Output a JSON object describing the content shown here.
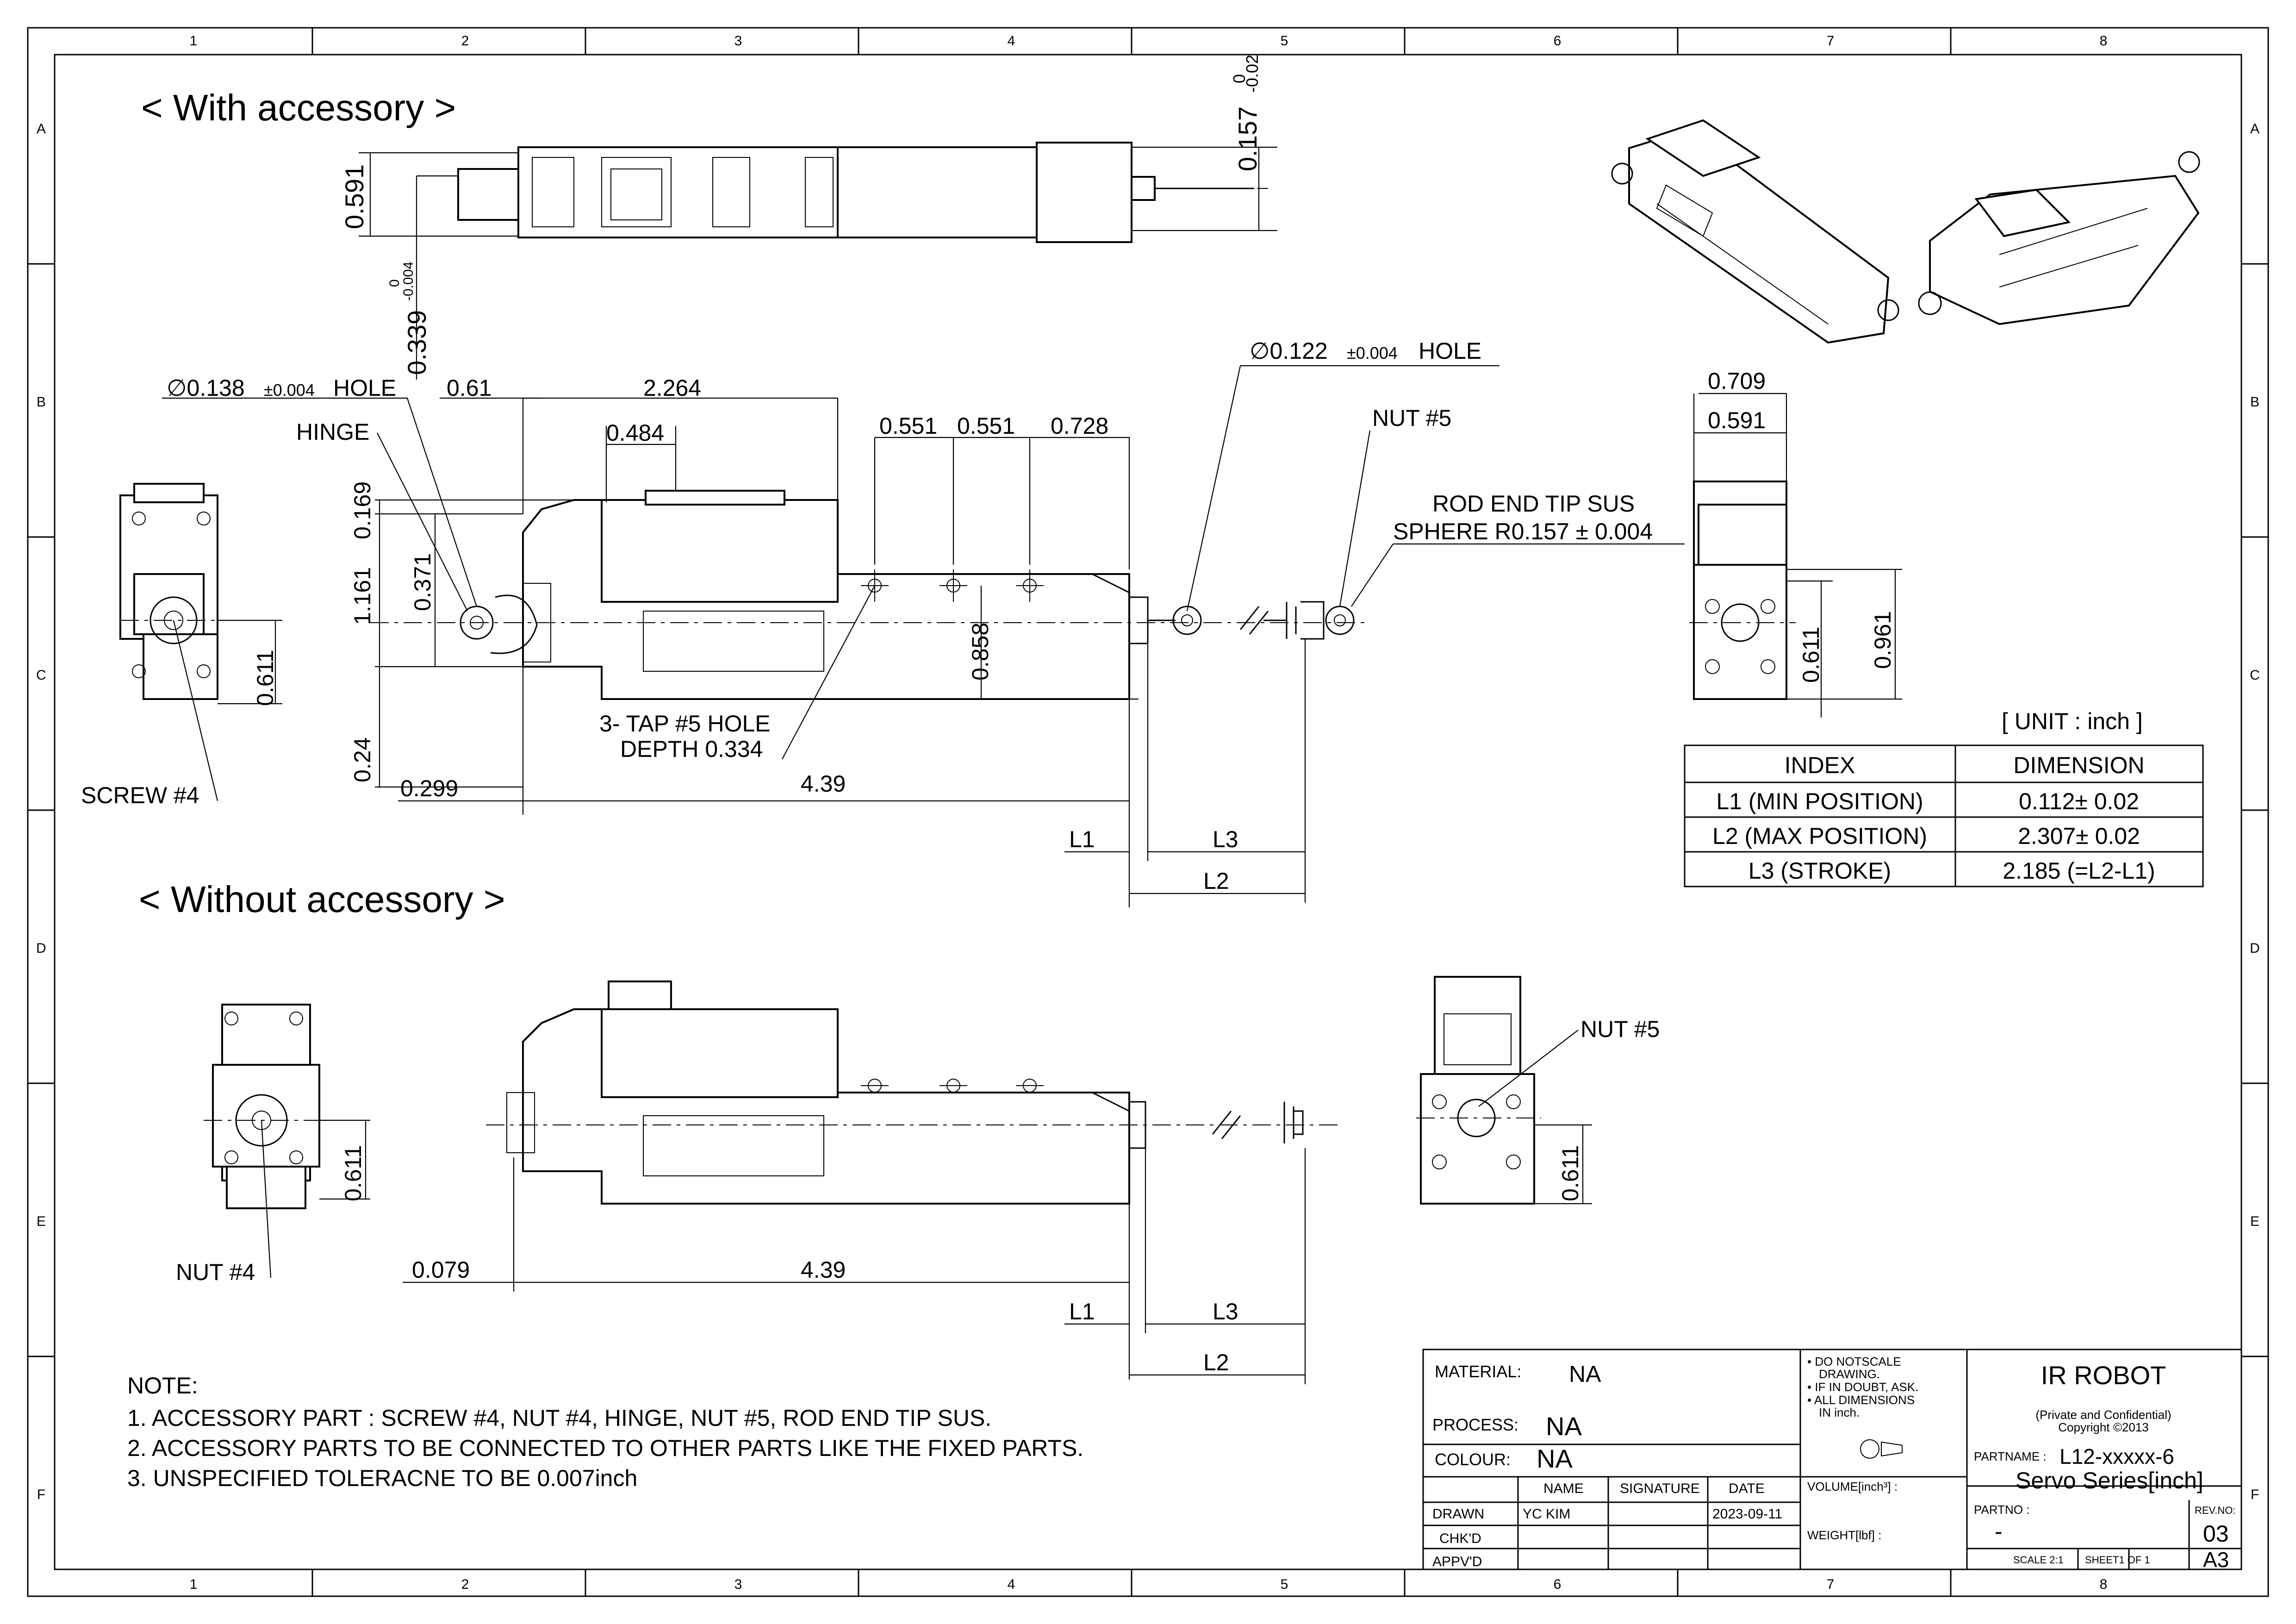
{
  "border": {
    "columns": [
      "1",
      "2",
      "3",
      "4",
      "5",
      "6",
      "7",
      "8"
    ],
    "rows": [
      "A",
      "B",
      "C",
      "D",
      "E",
      "F"
    ]
  },
  "views": {
    "with_accessory_title": "< With accessory >",
    "without_accessory_title": "< Without accessory >"
  },
  "dims_with": {
    "d0157": "0.157",
    "d0157_tol_upper": "0",
    "d0157_tol_lower": "-0.02",
    "d0591_top": "0.591",
    "d0339": "0.339",
    "d0339_tol_upper": "0",
    "d0339_tol_lower": "-0.004",
    "hole138": "∅0.138",
    "hole138_tol": "±0.004",
    "hole138_word": "HOLE",
    "d061": "0.61",
    "d2264": "2.264",
    "d0484": "0.484",
    "d0551a": "0.551",
    "d0551b": "0.551",
    "d0728": "0.728",
    "hole122": "∅0.122",
    "hole122_tol": "±0.004",
    "hole122_word": "HOLE",
    "nut5": "NUT #5",
    "rod_end_1": "ROD END TIP SUS",
    "rod_end_2": "SPHERE R0.157 ± 0.004",
    "hinge": "HINGE",
    "d0169": "0.169",
    "d1161": "1.161",
    "d0371": "0.371",
    "d0858": "0.858",
    "d024": "0.24",
    "d0611_left": "0.611",
    "screw4": "SCREW #4",
    "tap_1": "3- TAP #5 HOLE",
    "tap_2": "DEPTH 0.334",
    "d0299": "0.299",
    "d439": "4.39",
    "L1": "L1",
    "L2": "L2",
    "L3": "L3",
    "d0709": "0.709",
    "d0591_side": "0.591",
    "d0611_side": "0.611",
    "d0961": "0.961"
  },
  "dims_without": {
    "d0611_left": "0.611",
    "nut4": "NUT #4",
    "d0079": "0.079",
    "d439": "4.39",
    "L1": "L1",
    "L2": "L2",
    "L3": "L3",
    "nut5": "NUT #5",
    "d0611_side": "0.611"
  },
  "unit_label": "[ UNIT : inch ]",
  "dimension_table": {
    "headers": [
      "INDEX",
      "DIMENSION"
    ],
    "rows": [
      [
        "L1 (MIN POSITION)",
        "0.112± 0.02"
      ],
      [
        "L2 (MAX POSITION)",
        "2.307± 0.02"
      ],
      [
        "L3 (STROKE)",
        "2.185 (=L2-L1)"
      ]
    ]
  },
  "notes": {
    "title": "NOTE:",
    "lines": [
      "1. ACCESSORY PART :  SCREW #4, NUT #4, HINGE, NUT #5, ROD END TIP SUS.",
      "2. ACCESSORY PARTS TO BE CONNECTED TO OTHER PARTS LIKE THE  FIXED PARTS.",
      "3. UNSPECIFIED TOLERACNE TO BE 0.007inch"
    ]
  },
  "title_block": {
    "material_label": "MATERIAL:",
    "material_value": "NA",
    "process_label": "PROCESS:",
    "process_value": "NA",
    "colour_label": "COLOUR:",
    "colour_value": "NA",
    "name_hdr": "NAME",
    "signature_hdr": "SIGNATURE",
    "date_hdr": "DATE",
    "drawn_label": "DRAWN",
    "drawn_name": "YC KIM",
    "drawn_date": "2023-09-11",
    "chkd_label": "CHK'D",
    "apprd_label": "APPV'D",
    "bullet_1": "• DO NOTSCALE",
    "bullet_1b": "DRAWING.",
    "bullet_2": "• IF IN DOUBT, ASK.",
    "bullet_3": "• ALL DIMENSIONS",
    "bullet_3b": "IN inch.",
    "volume_label": "VOLUME[inch³] :",
    "weight_label": "WEIGHT[lbf] :",
    "company": "IR ROBOT",
    "confidential": "(Private and Confidential)",
    "copyright": "Copyright ©2013",
    "partname_label": "PARTNAME :",
    "partname_1": "L12-xxxxx-6",
    "partname_2": "Servo Series[inch]",
    "partno_label": "PARTNO :",
    "partno_value": "-",
    "revno_label": "REV.NO:",
    "revno_value": "03",
    "scale": "SCALE  2:1",
    "sheet": "SHEET1 OF 1",
    "size": "A3"
  }
}
